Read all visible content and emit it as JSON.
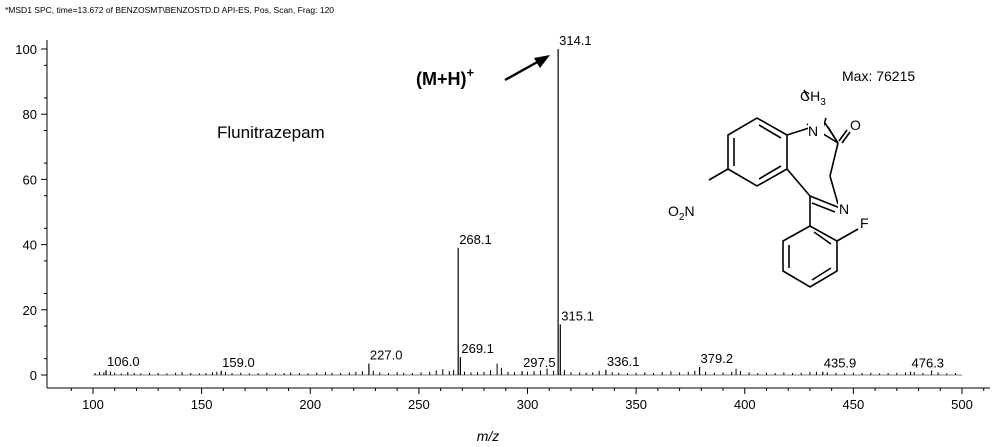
{
  "header": "*MSD1 SPC, time=13.672 of BENZOSMT\\BENZOSTD.D   API-ES, Pos, Scan, Frag: 120",
  "compound_label": "Flunitrazepam",
  "ion_label_main": "(M+H)",
  "ion_label_sup": "+",
  "max_label": "Max: 76215",
  "structure": {
    "methyl": "CH",
    "methyl_sub": "3",
    "ring_n1": "N",
    "carbonyl_o": "O",
    "imine_n": "N",
    "fluoro": "F",
    "nitro": "O",
    "nitro_sub": "2",
    "nitro_n": "N"
  },
  "chart_data": {
    "type": "bar",
    "title": "",
    "xlabel": "m/z",
    "ylabel": "",
    "xlim": [
      100,
      500
    ],
    "ylim": [
      0,
      100
    ],
    "x_ticks": [
      100,
      150,
      200,
      250,
      300,
      350,
      400,
      450,
      500
    ],
    "y_ticks": [
      0,
      20,
      40,
      60,
      80,
      100
    ],
    "labeled_peaks": [
      {
        "mz": 106.0,
        "intensity": 1.5,
        "label": "106.0"
      },
      {
        "mz": 159.0,
        "intensity": 1.3,
        "label": "159.0"
      },
      {
        "mz": 227.0,
        "intensity": 3.5,
        "label": "227.0"
      },
      {
        "mz": 268.1,
        "intensity": 39.0,
        "label": "268.1"
      },
      {
        "mz": 269.1,
        "intensity": 5.5,
        "label": "269.1"
      },
      {
        "mz": 297.5,
        "intensity": 1.2,
        "label": "297.5"
      },
      {
        "mz": 314.1,
        "intensity": 100.0,
        "label": "314.1"
      },
      {
        "mz": 315.1,
        "intensity": 15.5,
        "label": "315.1"
      },
      {
        "mz": 336.1,
        "intensity": 1.6,
        "label": "336.1"
      },
      {
        "mz": 379.2,
        "intensity": 2.5,
        "label": "379.2"
      },
      {
        "mz": 435.9,
        "intensity": 1.0,
        "label": "435.9"
      },
      {
        "mz": 476.3,
        "intensity": 1.0,
        "label": "476.3"
      }
    ],
    "minor_peaks": [
      [
        101,
        0.6
      ],
      [
        103,
        0.9
      ],
      [
        105,
        0.8
      ],
      [
        108,
        1.1
      ],
      [
        110,
        0.7
      ],
      [
        113,
        0.5
      ],
      [
        116,
        0.9
      ],
      [
        119,
        0.6
      ],
      [
        122,
        0.5
      ],
      [
        126,
        0.7
      ],
      [
        130,
        0.6
      ],
      [
        134,
        0.5
      ],
      [
        138,
        0.7
      ],
      [
        141,
        0.9
      ],
      [
        145,
        0.6
      ],
      [
        149,
        0.5
      ],
      [
        152,
        0.6
      ],
      [
        155,
        0.8
      ],
      [
        157,
        1.0
      ],
      [
        161,
        0.9
      ],
      [
        164,
        0.6
      ],
      [
        168,
        0.7
      ],
      [
        172,
        0.5
      ],
      [
        176,
        0.6
      ],
      [
        180,
        0.7
      ],
      [
        184,
        0.5
      ],
      [
        188,
        0.6
      ],
      [
        191,
        0.8
      ],
      [
        195,
        0.6
      ],
      [
        199,
        0.5
      ],
      [
        203,
        0.7
      ],
      [
        207,
        0.9
      ],
      [
        210,
        0.7
      ],
      [
        214,
        0.6
      ],
      [
        218,
        0.8
      ],
      [
        221,
        1.0
      ],
      [
        224,
        1.2
      ],
      [
        229,
        1.3
      ],
      [
        232,
        0.8
      ],
      [
        236,
        0.6
      ],
      [
        240,
        0.9
      ],
      [
        243,
        0.7
      ],
      [
        247,
        0.6
      ],
      [
        251,
        0.8
      ],
      [
        255,
        1.0
      ],
      [
        258,
        1.4
      ],
      [
        261,
        1.8
      ],
      [
        264,
        1.2
      ],
      [
        266,
        1.6
      ],
      [
        271,
        1.0
      ],
      [
        274,
        0.8
      ],
      [
        277,
        0.9
      ],
      [
        280,
        1.0
      ],
      [
        283,
        1.5
      ],
      [
        286,
        3.5
      ],
      [
        288,
        2.2
      ],
      [
        291,
        1.0
      ],
      [
        294,
        0.9
      ],
      [
        300,
        1.0
      ],
      [
        303,
        1.2
      ],
      [
        306,
        1.4
      ],
      [
        309,
        2.0
      ],
      [
        312,
        1.3
      ],
      [
        317,
        1.5
      ],
      [
        320,
        0.9
      ],
      [
        324,
        0.8
      ],
      [
        327,
        0.7
      ],
      [
        330,
        0.8
      ],
      [
        333,
        1.3
      ],
      [
        339,
        0.9
      ],
      [
        342,
        0.7
      ],
      [
        346,
        0.6
      ],
      [
        350,
        0.7
      ],
      [
        354,
        0.8
      ],
      [
        358,
        0.6
      ],
      [
        362,
        0.9
      ],
      [
        366,
        1.1
      ],
      [
        370,
        0.8
      ],
      [
        374,
        1.0
      ],
      [
        377,
        1.3
      ],
      [
        382,
        1.0
      ],
      [
        386,
        0.7
      ],
      [
        390,
        0.8
      ],
      [
        394,
        1.0
      ],
      [
        396,
        1.9
      ],
      [
        398,
        1.2
      ],
      [
        402,
        0.8
      ],
      [
        406,
        0.6
      ],
      [
        410,
        0.7
      ],
      [
        414,
        0.6
      ],
      [
        418,
        0.8
      ],
      [
        422,
        0.6
      ],
      [
        426,
        0.7
      ],
      [
        430,
        0.9
      ],
      [
        433,
        1.0
      ],
      [
        438,
        0.8
      ],
      [
        442,
        0.7
      ],
      [
        446,
        0.6
      ],
      [
        450,
        0.7
      ],
      [
        454,
        0.6
      ],
      [
        458,
        0.7
      ],
      [
        462,
        0.5
      ],
      [
        466,
        0.6
      ],
      [
        470,
        0.7
      ],
      [
        474,
        0.8
      ],
      [
        478,
        0.9
      ],
      [
        482,
        0.6
      ],
      [
        486,
        1.4
      ],
      [
        489,
        0.8
      ],
      [
        493,
        0.5
      ],
      [
        497,
        0.6
      ]
    ]
  }
}
